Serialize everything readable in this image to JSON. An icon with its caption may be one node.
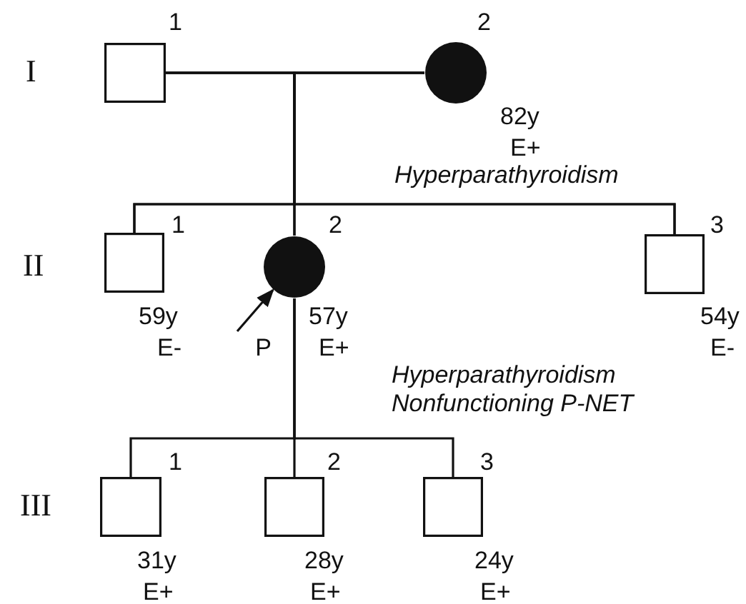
{
  "diagram": {
    "nodes": [
      {
        "text": [],
        "shape": "box",
        "beside": [
          "1"
        ]
      },
      {
        "text": [],
        "shape": "circle",
        "beside": [
          "2",
          "82y",
          "E+",
          "Hyperparathyroidism"
        ]
      },
      {
        "text": [],
        "shape": "box",
        "beside": [
          "1",
          "59y",
          "E-"
        ]
      },
      {
        "text": [],
        "shape": "circle",
        "beside": [
          "2",
          "57y",
          "E+",
          "Hyperparathyroidism Nonfunctioning P-NET"
        ]
      },
      {
        "text": [],
        "shape": "box",
        "beside": [
          "3",
          "54y",
          "E-"
        ]
      },
      {
        "text": [],
        "shape": "box",
        "beside": [
          "1",
          "31y",
          "E+"
        ]
      },
      {
        "text": [],
        "shape": "box",
        "beside": [
          "2",
          "28y",
          "E+"
        ]
      },
      {
        "text": [],
        "shape": "box",
        "beside": [
          "3",
          "24y",
          "E+"
        ]
      },
      {
        "text": [
          "P"
        ]
      }
    ],
    "edges": [
      {
        "from": 0,
        "to": 1,
        "arrow": "none"
      },
      {
        "from": 0,
        "to": 2,
        "arrow": "none"
      },
      {
        "from": 1,
        "to": 2,
        "arrow": "none"
      },
      {
        "from": 0,
        "to": 3,
        "arrow": "none"
      },
      {
        "from": 1,
        "to": 3,
        "arrow": "none"
      },
      {
        "from": 0,
        "to": 4,
        "arrow": "none"
      },
      {
        "from": 1,
        "to": 4,
        "arrow": "none"
      },
      {
        "from": 3,
        "to": 5,
        "arrow": "none"
      },
      {
        "from": 3,
        "to": 6,
        "arrow": "none"
      },
      {
        "from": 3,
        "to": 7,
        "arrow": "none"
      },
      {
        "from": 8,
        "to": 3,
        "arrow": "to"
      }
    ],
    "labels": [
      "I",
      "II",
      "III"
    ]
  }
}
